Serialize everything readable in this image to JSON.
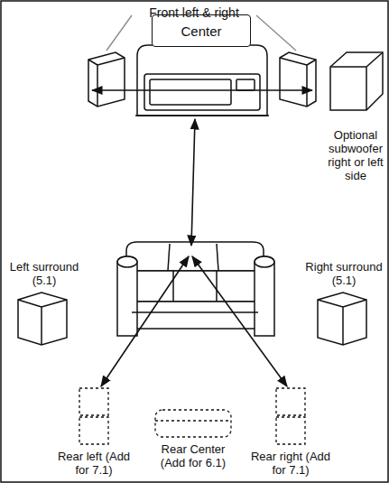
{
  "diagram": {
    "nodes": [
      {
        "text": [
          "Center"
        ]
      }
    ],
    "labels": [
      "Front left & right",
      "Optional subwoofer right or left side",
      "Left surround (5.1)",
      "Right surround (5.1)",
      "Rear left (Add for 7.1)",
      "Rear Center (Add for 6.1)",
      "Rear right (Add for 7.1)"
    ]
  }
}
